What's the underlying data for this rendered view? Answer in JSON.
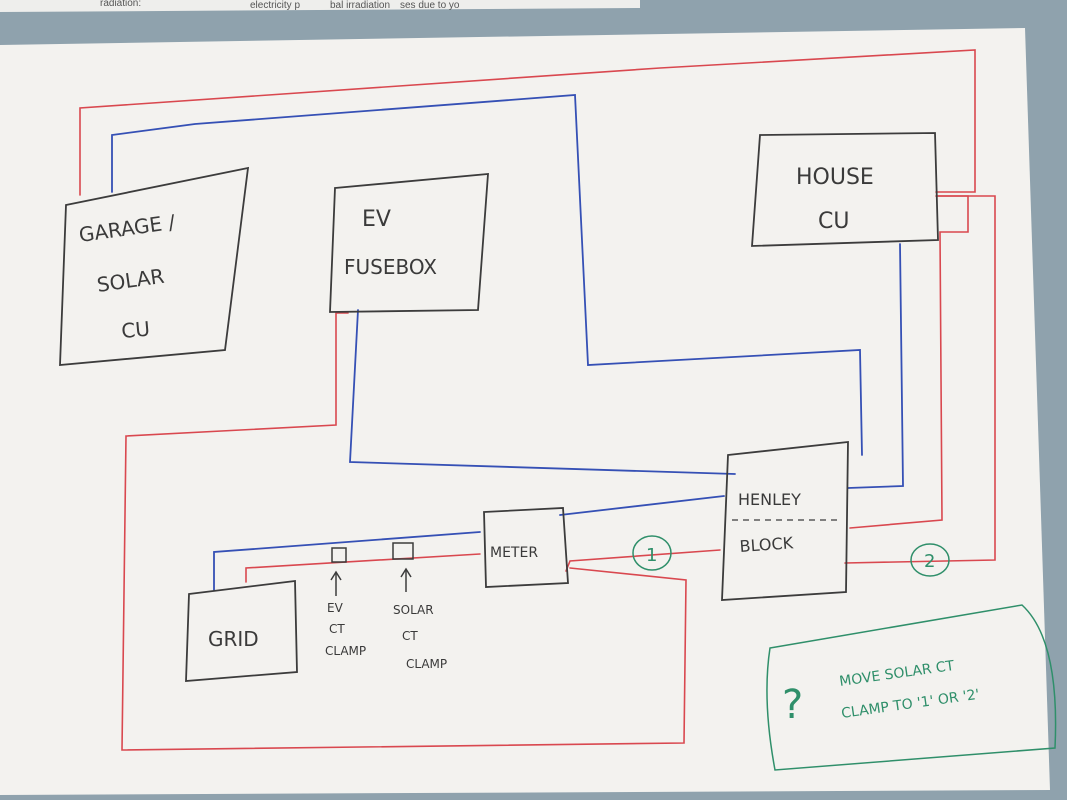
{
  "top_strip": {
    "left_text": "radiation:",
    "mid_text": "electricity p",
    "mid_text2": "bal irradiation",
    "right_text": "ses due to yo"
  },
  "boxes": {
    "garage": {
      "line1": "GARAGE /",
      "line2": "SOLAR",
      "line3": "CU"
    },
    "ev_fusebox": {
      "line1": "EV",
      "line2": "FUSEBOX"
    },
    "house": {
      "line1": "HOUSE",
      "line2": "CU"
    },
    "henley": {
      "line1": "HENLEY",
      "line2": "BLOCK"
    },
    "meter": {
      "label": "METER"
    },
    "grid": {
      "label": "GRID"
    }
  },
  "clamps": {
    "ev": {
      "line1": "EV",
      "line2": "CT",
      "line3": "CLAMP"
    },
    "solar": {
      "line1": "SOLAR",
      "line2": "CT",
      "line3": "CLAMP"
    }
  },
  "markers": {
    "one": "1",
    "two": "2"
  },
  "note": {
    "symbol": "?",
    "line1": "MOVE SOLAR CT",
    "line2": "CLAMP TO '1' OR '2'"
  },
  "colors": {
    "paper": "#f3f2ef",
    "pencil": "#3c3c3c",
    "live": "#d9484f",
    "neutral": "#3550b5",
    "note": "#2f8f6a"
  }
}
